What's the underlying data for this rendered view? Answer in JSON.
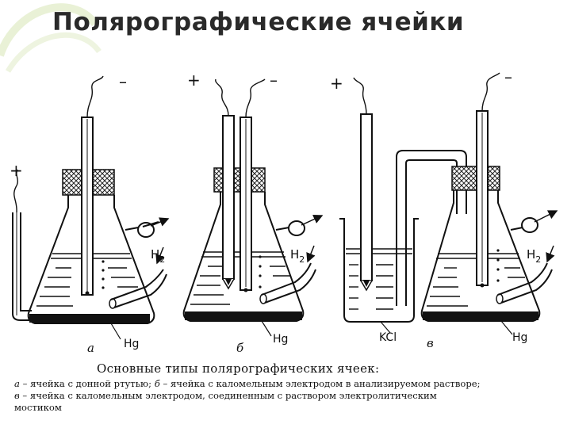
{
  "title": "Полярографические ячейки",
  "figure": {
    "cell_a": {
      "letter": "а",
      "plus": "+",
      "minus": "–",
      "gas": "H",
      "gas_sub": "2",
      "electrode": "Hg"
    },
    "cell_b": {
      "letter": "б",
      "plus": "+",
      "minus": "–",
      "gas": "H",
      "gas_sub": "2",
      "electrode": "Hg"
    },
    "cell_v": {
      "letter": "в",
      "plus": "+",
      "minus": "–",
      "gas": "H",
      "gas_sub": "2",
      "electrode": "Hg",
      "bridge_salt": "KCl"
    }
  },
  "caption": {
    "heading": "Основные типы полярографических ячеек:",
    "line1_a": "а",
    "line1_text1": " – ячейка с донной ртутью; ",
    "line1_b": "б",
    "line1_text2": " – ячейка с каломельным электродом в анализируемом растворе;",
    "line2_v": "в",
    "line2_text": " – ячейка  с  каломельным  электродом,  соединенным  с  раствором  электролитическим",
    "line3_text": "мостиком"
  }
}
